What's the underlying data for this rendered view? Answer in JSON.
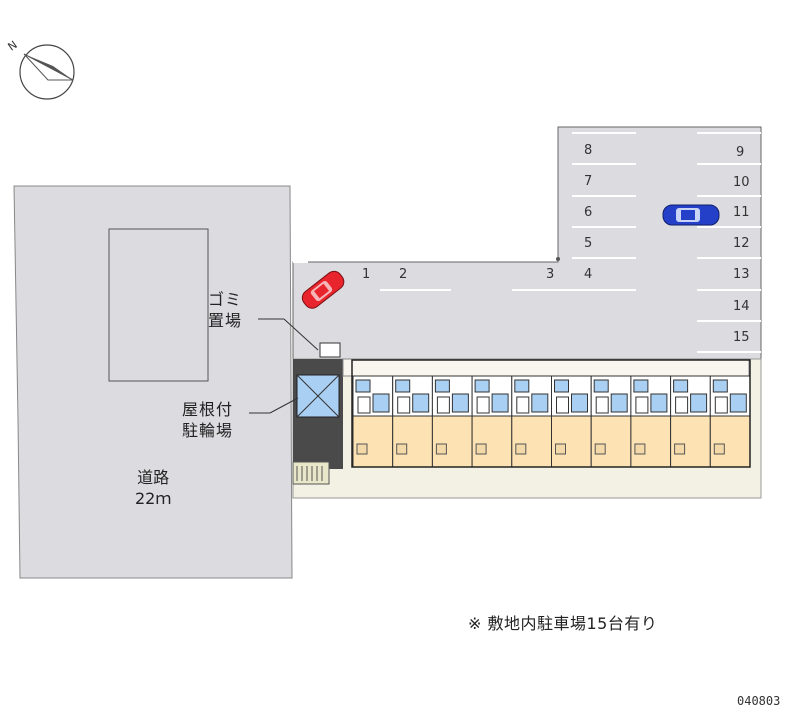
{
  "map": {
    "compass_label": "N",
    "garbage_area_label": "ゴミ\n置場",
    "bicycle_parking_label": "屋根付\n駐輪場",
    "road_label": "道路\n22ｍ",
    "note": "※ 敷地内駐車場15台有り",
    "property_code": "040803",
    "parking_numbers": [
      "1",
      "2",
      "3",
      "4",
      "5",
      "6",
      "7",
      "8",
      "9",
      "10",
      "11",
      "12",
      "13",
      "14",
      "15"
    ],
    "unit_count": 10,
    "colors": {
      "road": "#dcdbe0",
      "parking_lot": "#dcdbe0",
      "unit_floor": "#fde3b4",
      "balcony": "#e6dcf0",
      "water_area": "#a9cff2",
      "site_ground": "#f3f0e4",
      "car_red": "#e8242c",
      "car_blue": "#2440c8"
    }
  }
}
